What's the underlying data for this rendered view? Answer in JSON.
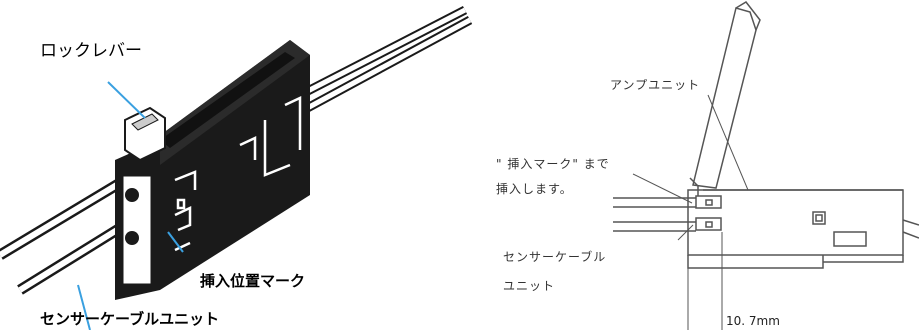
{
  "left": {
    "lock_lever": "ロックレバー",
    "insert_position_mark": "挿入位置マーク",
    "sensor_cable_unit": "センサーケーブルユニット"
  },
  "right": {
    "amp_unit": "アンプユニット",
    "insert_instruction_line1": "\" 挿入マーク\" まで",
    "insert_instruction_line2": "挿入します。",
    "sensor_cable_line1": "センサーケーブル",
    "sensor_cable_line2": "ユニット",
    "dimension": "10. 7mm"
  },
  "colors": {
    "leader_blue": "#3aa0e0",
    "device_black": "#1a1a1a",
    "drawing_gray": "#555555"
  }
}
